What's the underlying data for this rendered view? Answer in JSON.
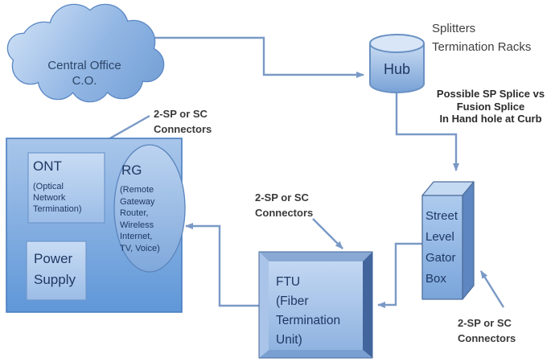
{
  "diagram": {
    "cloud": {
      "line1": "Central Office",
      "line2": "C.O."
    },
    "hub": {
      "label": "Hub"
    },
    "splitters_note": {
      "line1": "Splitters",
      "line2": "Termination Racks"
    },
    "splice_note": {
      "line1": "Possible SP Splice vs",
      "line2": "Fusion Splice",
      "line3": "In Hand hole at Curb"
    },
    "gator": {
      "line1": "Street",
      "line2": "Level",
      "line3": "Gator",
      "line4": "Box"
    },
    "ftu": {
      "line1": "FTU",
      "line2": "(Fiber",
      "line3": "Termination",
      "line4": "Unit)"
    },
    "ont": {
      "title": "ONT",
      "line1": "(Optical",
      "line2": "Network",
      "line3": "Termination)"
    },
    "power_supply": {
      "line1": "Power",
      "line2": "Supply"
    },
    "rg": {
      "title": "RG",
      "line1": "(Remote",
      "line2": "Gateway",
      "line3": "Router,",
      "line4": "Wireless",
      "line5": "Internet,",
      "line6": "TV, Voice)"
    },
    "connector_label_top": {
      "line1": "2-SP or SC",
      "line2": "Connectors"
    },
    "connector_label_mid": {
      "line1": "2-SP or SC",
      "line2": "Connectors"
    },
    "connector_label_bottom": {
      "line1": "2-SP or SC",
      "line2": "Connectors"
    },
    "colors": {
      "shape_border": "#4f7fc1",
      "shape_fill_light": "#c9def5",
      "shape_fill_dark": "#5f97d8",
      "connector_line": "#7a99c6",
      "shape_text": "#1f3864",
      "annotation_text": "#3a3a3a"
    }
  }
}
